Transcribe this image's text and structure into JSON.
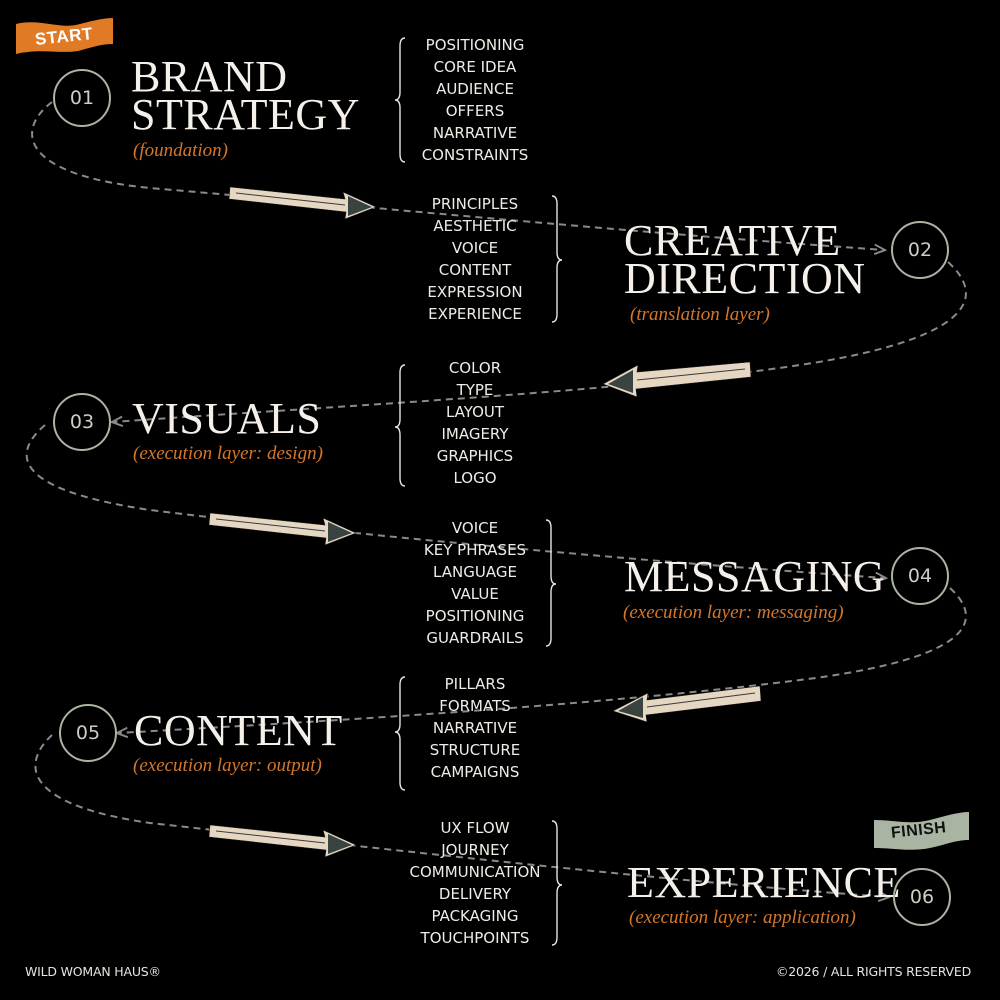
{
  "flags": {
    "start": {
      "label": "START",
      "color": "#e07a24",
      "text_color": "#ffffff"
    },
    "finish": {
      "label": "FINISH",
      "color": "#a9b5a2",
      "text_color": "#111111"
    }
  },
  "colors": {
    "background": "#000000",
    "title": "#f5f1ea",
    "subtitle_accent": "#d4772b",
    "node_ring": "#a9b5a2",
    "path_dash": "#8a8a8a",
    "arrow_fill": "#e6d7c3"
  },
  "steps": [
    {
      "number": "01",
      "title_line1": "BRAND",
      "title_line2": "STRATEGY",
      "subtitle": "(foundation)",
      "items": [
        "POSITIONING",
        "CORE IDEA",
        "AUDIENCE",
        "OFFERS",
        "NARRATIVE",
        "CONSTRAINTS"
      ]
    },
    {
      "number": "02",
      "title_line1": "CREATIVE",
      "title_line2": "DIRECTION",
      "subtitle": "(translation layer)",
      "items": [
        "PRINCIPLES",
        "AESTHETIC",
        "VOICE",
        "CONTENT",
        "EXPRESSION",
        "EXPERIENCE"
      ]
    },
    {
      "number": "03",
      "title_line1": "VISUALS",
      "subtitle": "(execution layer: design)",
      "items": [
        "COLOR",
        "TYPE",
        "LAYOUT",
        "IMAGERY",
        "GRAPHICS",
        "LOGO"
      ]
    },
    {
      "number": "04",
      "title_line1": "MESSAGING",
      "subtitle": "(execution layer: messaging)",
      "items": [
        "VOICE",
        "KEY PHRASES",
        "LANGUAGE",
        "VALUE",
        "POSITIONING",
        "GUARDRAILS"
      ]
    },
    {
      "number": "05",
      "title_line1": "CONTENT",
      "subtitle": "(execution layer: output)",
      "items": [
        "PILLARS",
        "FORMATS",
        "NARRATIVE",
        "STRUCTURE",
        "CAMPAIGNS"
      ]
    },
    {
      "number": "06",
      "title_line1": "EXPERIENCE",
      "subtitle": "(execution layer: application)",
      "items": [
        "UX FLOW",
        "JOURNEY",
        "COMMUNICATION",
        "DELIVERY",
        "PACKAGING",
        "TOUCHPOINTS"
      ]
    }
  ],
  "footer": {
    "brand": "WILD WOMAN HAUS®",
    "copyright": "©2026 / ALL RIGHTS RESERVED"
  }
}
